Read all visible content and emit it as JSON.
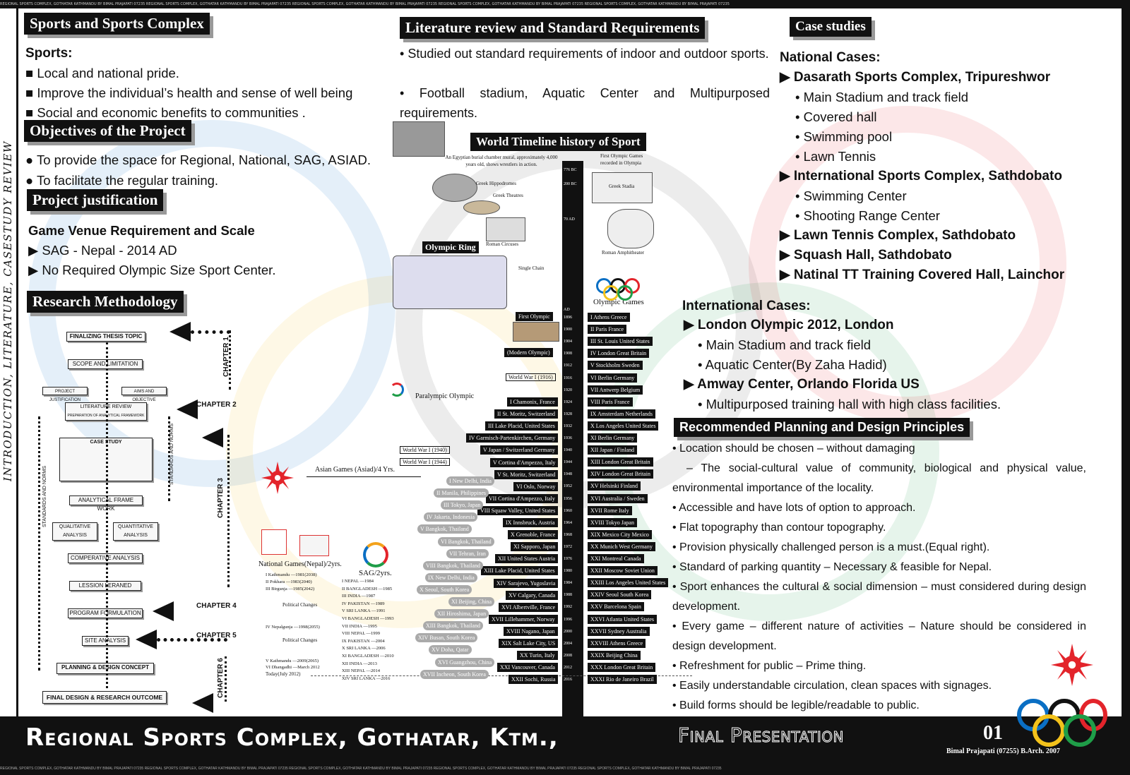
{
  "left_band": {
    "vertical_title": "INTRODUCTION, LITERATURE, CASESTUDY REVIEW"
  },
  "strip_text": "REGIONAL SPORTS COMPLEX, GOTHATAR KATHMANDU BY BIMAL PRAJAPATI 07235 REGIONAL SPORTS COMPLEX, GOTHATAR KATHMANDU BY BIMAL PRAJAPATI 07235 REGIONAL SPORTS COMPLEX, GOTHATAR KATHMANDU BY BIMAL PRAJAPATI 07235 REGIONAL SPORTS COMPLEX, GOTHATAR KATHMANDU BY BIMAL PRAJAPATI 07235 REGIONAL SPORTS COMPLEX, GOTHATAR KATHMANDU BY BIMAL PRAJAPATI 07235",
  "sports": {
    "title": "Sports and Sports Complex",
    "heading": "Sports:",
    "items": [
      "Local and national pride.",
      "Improve the individual’s health and sense of well being",
      "Social and economic benefits to communities ."
    ]
  },
  "objectives": {
    "title": "Objectives of the Project",
    "items": [
      "To provide the space for Regional, National, SAG, ASIAD.",
      "To facilitate the regular training."
    ]
  },
  "justification": {
    "title": "Project justification",
    "heading": "Game Venue Requirement and Scale",
    "items": [
      "SAG - Nepal - 2014 AD",
      "No Required Olympic Size Sport Center."
    ]
  },
  "methodology": {
    "title": "Research Methodology",
    "boxes": {
      "thesis": "FINALIZING THESIS TOPIC",
      "scope": "SCOPE AND LIMITATION",
      "project_just": "PROJECT JUSTIFICATION",
      "aims": "AIMS AND OBJECTIVE",
      "lit": "LITERATURE REVIEW",
      "lit2": "PREPARATION OF ANALYTICAL FRAMEWORK",
      "case": "CASE STUDY",
      "analytical": "ANALYTICAL FRAME WORK",
      "qual": "QUALITATIVE ANALYSIS",
      "quant": "QUANTITATIVE ANALYSIS",
      "comp": "COMPERATIVE ANALYSIS",
      "lesson": "LESSION LERANED",
      "program": "PROGRAM FORMULATION",
      "site": "SITE ANALYSIS",
      "planning": "PLANNING & DESIGN CONCEPT",
      "final": "FINAL DESIGN & RESEARCH OUTCOME"
    },
    "side_left": "STANDARDS AND NORMS",
    "side_right": "STANDARDS AND NORMS",
    "chapters": [
      "CHAPTER 1",
      "CHAPTER 2",
      "CHAPTER 3",
      "CHAPTER 4",
      "CHAPTER 5",
      "CHAPTER 6"
    ]
  },
  "literature": {
    "title": "Literature review and Standard Requirements",
    "items": [
      "Studied out standard requirements of indoor and outdoor sports.",
      "Football stadium, Aquatic Center and Multipurposed requirements."
    ]
  },
  "timeline": {
    "title": "World Timeline history of Sport",
    "labels": {
      "egypt": "An Egyptian burial chamber mural, approximately 4,000 years old, shows wrestlers in action.",
      "first_games": "First Olympic Games recorded in Olympia",
      "greek_stadia": "Greek Stadia",
      "hippodromes": "Greek Hippodromes",
      "theatres": "Greek Theatres",
      "roman": "Roman Circuses",
      "amph": "Roman Amphitheater",
      "olympic_ring": "Olympic Ring",
      "single_chain": "Single Chain",
      "olympic_games": "Olympic Games",
      "first_olympic": "First Olympic",
      "modern": "(Modern Olympic)",
      "ww1": "World War I (1916)",
      "paralympic": "Paralympic Olympic",
      "ww2a": "World War I (1940)",
      "ww2b": "World War I (1944)",
      "asian": "Asian Games (Asiad)/4 Yrs.",
      "sag": "SAG/2yrs.",
      "national": "National Games(Nepal)/2yrs.",
      "political1": "Political Changes",
      "political2": "Political Changes",
      "today": "Today(July 2012)",
      "yr_276": "776 BC",
      "yr_200": "200 BC",
      "yr_70": "70 AD",
      "yr_ad": "AD"
    },
    "summer": [
      "I Athens Greece",
      "II Paris France",
      "III St. Louis United States",
      "IV London Great Britain",
      "V Stockholm Sweden",
      "VI Berlin Germany",
      "VII Antwerp Belgium",
      "VIII Paris France",
      "IX Amsterdam Netherlands",
      "X Los Angeles United States",
      "XI Berlin Germany",
      "XII Japan / Finland",
      "XIII London Great Britain",
      "XIV London Great Britain",
      "XV Helsinki Finland",
      "XVI Australia / Sweden",
      "XVII Rome Italy",
      "XVIII Tokyo Japan",
      "XIX Mexico City Mexico",
      "XX Munich West Germany",
      "XXI Montreal Canada",
      "XXII Moscow Soviet Union",
      "XXIII Los Angeles United States",
      "XXIV Seoul South Korea",
      "XXV Barcelona Spain",
      "XXVI Atlanta United States",
      "XXVII Sydney Australia",
      "XXVIII Athens Greece",
      "XXIX Beijing China",
      "XXX London Great Britain",
      "XXXI Rio de Janeiro Brazil"
    ],
    "winter": [
      "I Chamonix, France",
      "II St. Moritz, Switzerland",
      "III Lake Placid, United States",
      "IV Garmisch-Partenkirchen, Germany",
      "V Japan / Switzerland Germany",
      "V Cortina d'Ampezzo, Italy",
      "V St. Moritz, Switzerland",
      "VI Oslo, Norway",
      "VII Cortina d'Ampezzo, Italy",
      "VIII Squaw Valley, United States",
      "IX Innsbruck, Austria",
      "X Grenoble, France",
      "XI Sapporo, Japan",
      "XII United States Austria",
      "XIII Lake Placid, United States",
      "XIV Sarajevo, Yugoslavia",
      "XV Calgary, Canada",
      "XVI Albertville, France",
      "XVII Lillehammer, Norway",
      "XVIII Nagano, Japan",
      "XIX Salt Lake City, US",
      "XX Turin, Italy",
      "XXI Vancouver, Canada",
      "XXII Sochi, Russia"
    ],
    "asiad": [
      "I New Delhi, India",
      "II Manila, Philippines",
      "III Tokyo, Japan",
      "IV Jakarta, Indonesia",
      "V Bangkok, Thailand",
      "VI Bangkok, Thailand",
      "VII Tehran, Iran",
      "VIII Bangkok, Thailand",
      "IX New Delhi, India",
      "X Seoul, South Korea",
      "XI Beijing, China",
      "XII Hiroshima, Japan",
      "XIII Bangkok, Thailand",
      "XIV Busan, South Korea",
      "XV Doha, Qatar",
      "XVI Guangzhou, China",
      "XVII Incheon, South Korea"
    ],
    "years": [
      "1896",
      "1900",
      "1904",
      "1908",
      "1912",
      "1916",
      "1920",
      "1924",
      "1928",
      "1932",
      "1936",
      "1940",
      "1944",
      "1948",
      "1952",
      "1956",
      "1960",
      "1964",
      "1968",
      "1972",
      "1976",
      "1980",
      "1984",
      "1988",
      "1992",
      "1996",
      "2000",
      "2004",
      "2008",
      "2012",
      "2016"
    ],
    "sag_list": [
      "I NEPAL —1984",
      "II BANGLADESH —1985",
      "III INDIA —1987",
      "IV PAKISTAN —1989",
      "V SRI LANKA —1991",
      "VI BANGLADESH —1993",
      "VII INDIA —1995",
      "VIII NEPAL —1999",
      "IX PAKISTAN —2004",
      "X SRI LANKA —2006",
      "XI BANGLADESH —2010",
      "XII INDIA —2013",
      "XIII NEPAL —2014",
      "XIV SRI LANKA —2016"
    ],
    "national_list": [
      "I Kathmandu —1981(2038)",
      "II Pokhara —1983(2040)",
      "III Birgunja —1985(2042)",
      "IV Nepalgunja —1998(2055)",
      "V Kathmandu —2009(2065)",
      "VI Dhangadhi —March 2012"
    ]
  },
  "case_studies": {
    "title": "Case studies",
    "national_heading": "National Cases:",
    "national": [
      {
        "name": "Dasarath Sports Complex, Tripureshwor",
        "sub": [
          "Main Stadium and track field",
          "Covered hall",
          "Swimming pool",
          "Lawn Tennis"
        ]
      },
      {
        "name": "International Sports Complex, Sathdobato",
        "sub": [
          "Swimming Center",
          "Shooting Range Center"
        ]
      },
      {
        "name": "Lawn Tennis Complex, Sathdobato",
        "sub": []
      },
      {
        "name": "Squash Hall, Sathdobato",
        "sub": []
      },
      {
        "name": "Natinal TT Training Covered Hall, Lainchor",
        "sub": []
      }
    ],
    "international_heading": "International Cases:",
    "international": [
      {
        "name": "London Olympic 2012, London",
        "sub": [
          "Main Stadium and track field",
          "Aquatic Center(By Zaha Hadid)"
        ]
      },
      {
        "name": "Amway Center, Orlando Florida US",
        "sub": [
          "Multipurposed training hall with high class facilities."
        ]
      }
    ]
  },
  "principles": {
    "title": "Recommended Planning and Design Principles",
    "items": [
      "• Location should be chosen – without damaging",
      "– The social-cultural value of community, biological and physical value, environmental importance of the locality.",
      "• Accessible and have lots of option to approach.",
      "• Flat topography than contour topography.",
      "• Provision physically challenged person is a must.(Equal right).",
      "• Standard of parking quantity – Necessary & feasible for Nepal.",
      "• Sport enhances the cultural & social dimension – must considered during design development.",
      "• Every game – different nature of activities – Nature should be considered in design development.",
      "• Refreshment for public – Prime thing.",
      "• Easily understandable circulation, clean spaces with signages.",
      "• Build forms should be legible/readable to public."
    ]
  },
  "footer": {
    "main": "Regional Sports Complex, Gothatar, Ktm.,",
    "sub": "Final Presentation",
    "page": "01",
    "author": "Bimal Prajapati (07255) B.Arch. 2007"
  },
  "colors": {
    "ring_blue": "#0a6fc4",
    "ring_yellow": "#f3c21b",
    "ring_black": "#111111",
    "ring_green": "#1f9d48",
    "ring_red": "#e3242b"
  }
}
